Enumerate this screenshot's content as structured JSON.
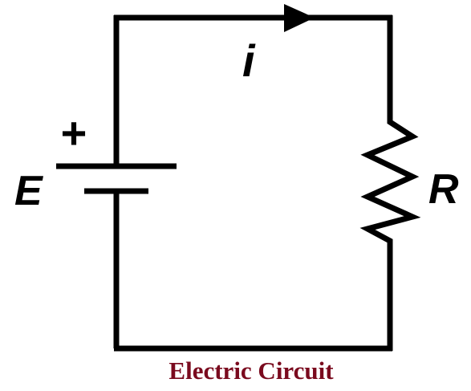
{
  "caption": "Electric Circuit",
  "labels": {
    "source": "E",
    "polarity": "+",
    "current": "i",
    "resistor": "R"
  },
  "colors": {
    "line": "#000000",
    "caption": "#7a0a1e",
    "background": "#ffffff"
  }
}
